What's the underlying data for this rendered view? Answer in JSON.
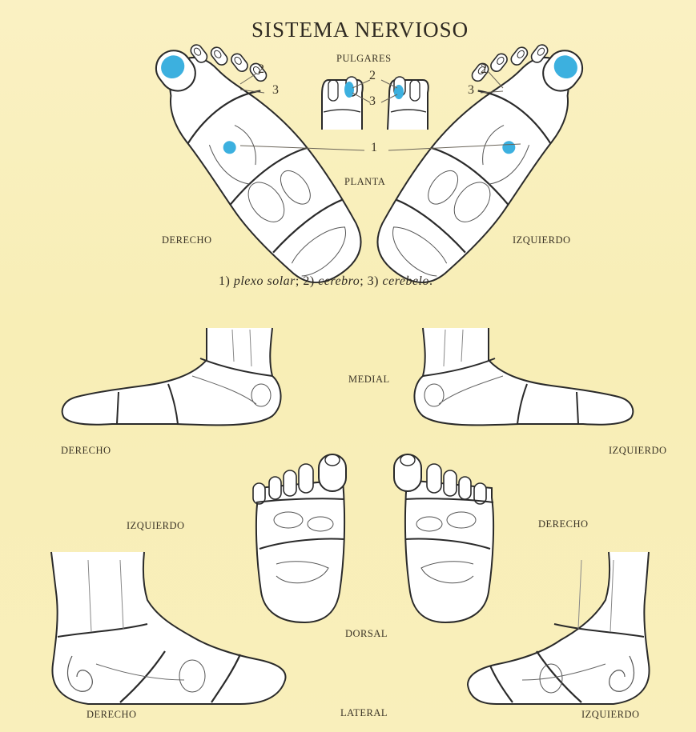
{
  "title": "SISTEMA NERVIOSO",
  "labels": {
    "pulgares": "PULGARES",
    "planta": "PLANTA",
    "medial": "MEDIAL",
    "dorsal": "DORSAL",
    "lateral": "LATERAL",
    "derecho": "DERECHO",
    "izquierdo": "IZQUIERDO"
  },
  "markers": {
    "one": "1",
    "two": "2",
    "three": "3"
  },
  "legend": {
    "n1": "1) ",
    "t1": "plexo solar",
    "n2": "; 2) ",
    "t2": "cerebro",
    "n3": "; 3) ",
    "t3": "cerebelo",
    "end": "."
  },
  "colors": {
    "background": "#f9efb9",
    "highlight": "#3cb0df",
    "outline": "#2a2a2a"
  }
}
